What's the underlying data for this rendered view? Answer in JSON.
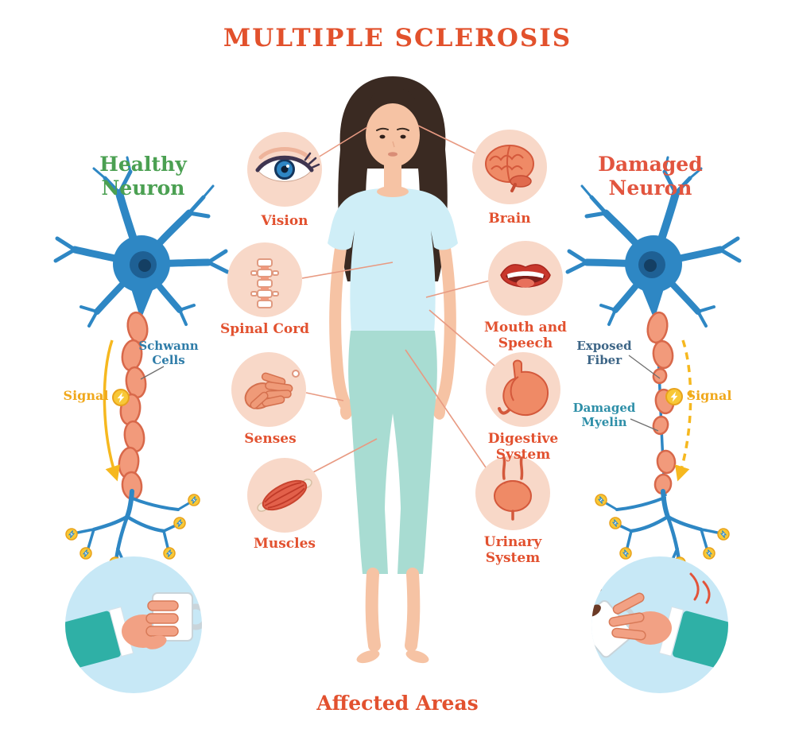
{
  "title": "MULTIPLE SCLEROSIS",
  "footer": "Affected Areas",
  "healthy_neuron": {
    "heading": "Healthy Neuron",
    "schwann_cells_label": "Schwann Cells",
    "signal_label": "Signal"
  },
  "damaged_neuron": {
    "heading": "Damaged Neuron",
    "exposed_fiber_label": "Exposed Fiber",
    "damaged_myelin_label": "Damaged Myelin",
    "signal_label": "Signal"
  },
  "affected_areas": [
    {
      "label": "Vision",
      "icon": "eye-icon"
    },
    {
      "label": "Brain",
      "icon": "brain-icon"
    },
    {
      "label": "Spinal Cord",
      "icon": "spine-icon"
    },
    {
      "label": "Mouth and Speech",
      "icon": "mouth-icon"
    },
    {
      "label": "Senses",
      "icon": "hand-touch-icon"
    },
    {
      "label": "Digestive System",
      "icon": "stomach-icon"
    },
    {
      "label": "Muscles",
      "icon": "muscle-icon"
    },
    {
      "label": "Urinary System",
      "icon": "bladder-icon"
    }
  ],
  "colors": {
    "title": "#e2512c",
    "healthy_heading": "#4ba052",
    "damaged_heading": "#e2553f",
    "area_label": "#e2512f",
    "schwann_label": "#2e7ca8",
    "signal_label": "#f0a81c",
    "exposed_fiber_label": "#3d6586",
    "damaged_myelin_label": "#2e8fa8",
    "neuron_blue": "#2e87c4",
    "myelin_salmon": "#f29a7b",
    "area_circle_pink": "#f8d8c8",
    "hand_circle_blue": "#c7e8f6"
  }
}
